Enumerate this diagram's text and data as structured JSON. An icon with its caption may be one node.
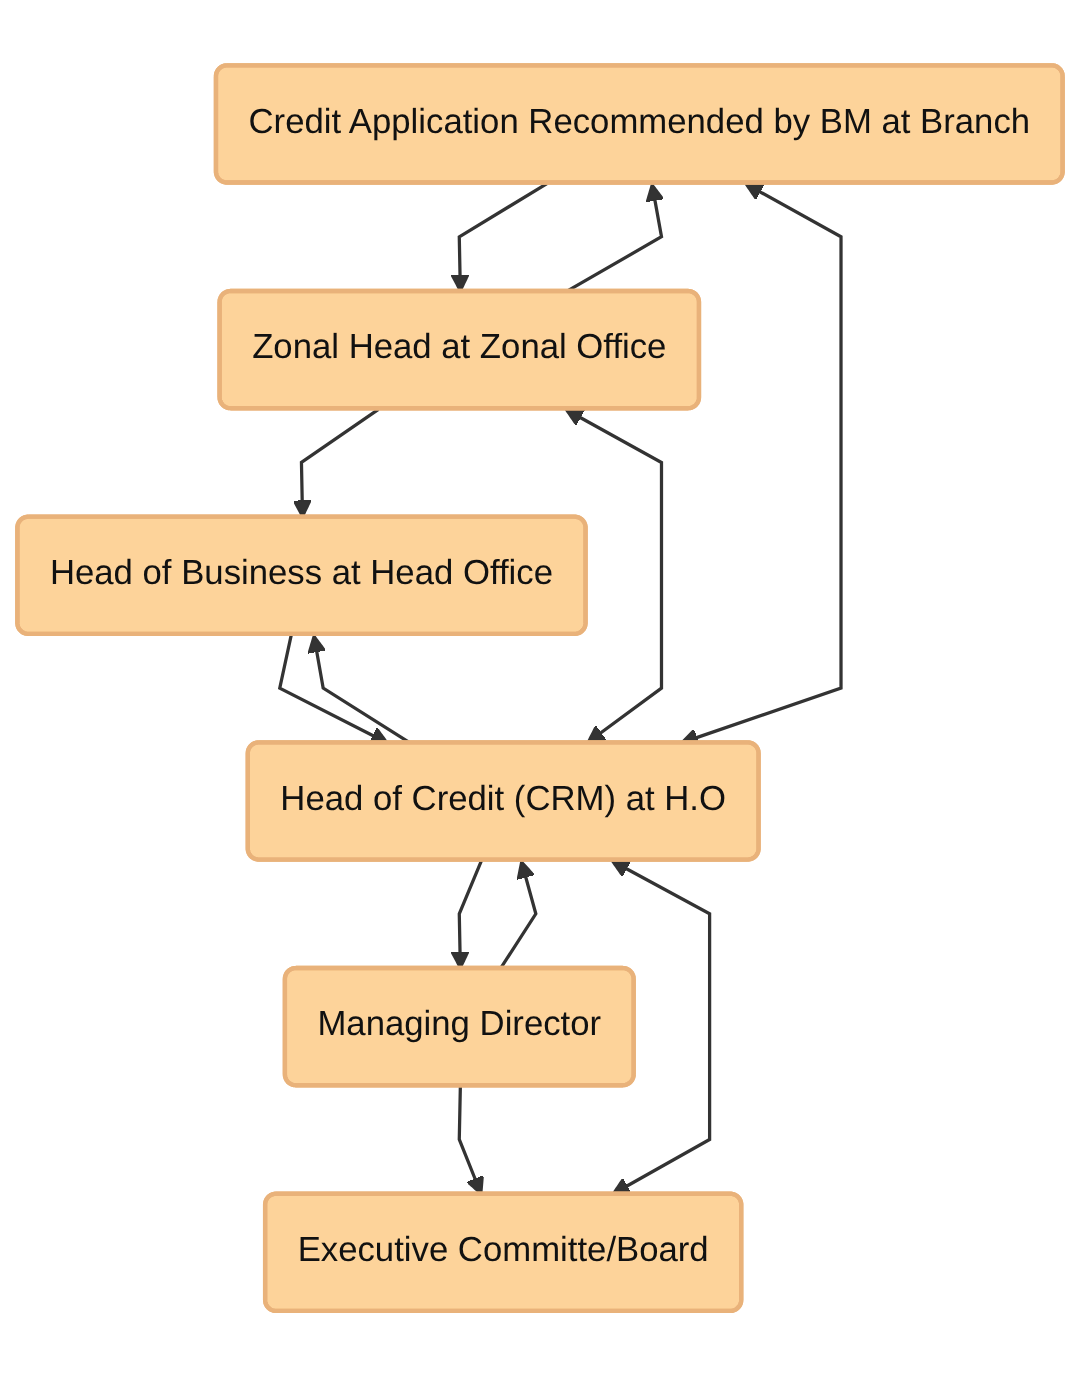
{
  "diagram": {
    "nodes": [
      {
        "text": [
          "Credit Application Recommended by BM at Branch"
        ]
      },
      {
        "text": [
          "Zonal Head at Zonal Office"
        ]
      },
      {
        "text": [
          "Head of Business at Head Office"
        ]
      },
      {
        "text": [
          "Head of Credit (CRM) at H.O"
        ]
      },
      {
        "text": [
          "Managing Director"
        ]
      },
      {
        "text": [
          "Executive Committe/Board"
        ]
      }
    ],
    "edges": [
      {
        "from": 0,
        "to": 1,
        "arrow": "to"
      },
      {
        "from": 1,
        "to": 0,
        "arrow": "to"
      },
      {
        "from": 1,
        "to": 2,
        "arrow": "to"
      },
      {
        "from": 2,
        "to": 3,
        "arrow": "to"
      },
      {
        "from": 3,
        "to": 2,
        "arrow": "to"
      },
      {
        "from": 3,
        "to": 4,
        "arrow": "to"
      },
      {
        "from": 4,
        "to": 3,
        "arrow": "to"
      },
      {
        "from": 4,
        "to": 5,
        "arrow": "to"
      },
      {
        "from": 3,
        "to": 0,
        "arrow": "both"
      },
      {
        "from": 3,
        "to": 1,
        "arrow": "both"
      },
      {
        "from": 5,
        "to": 3,
        "arrow": "both"
      }
    ]
  }
}
